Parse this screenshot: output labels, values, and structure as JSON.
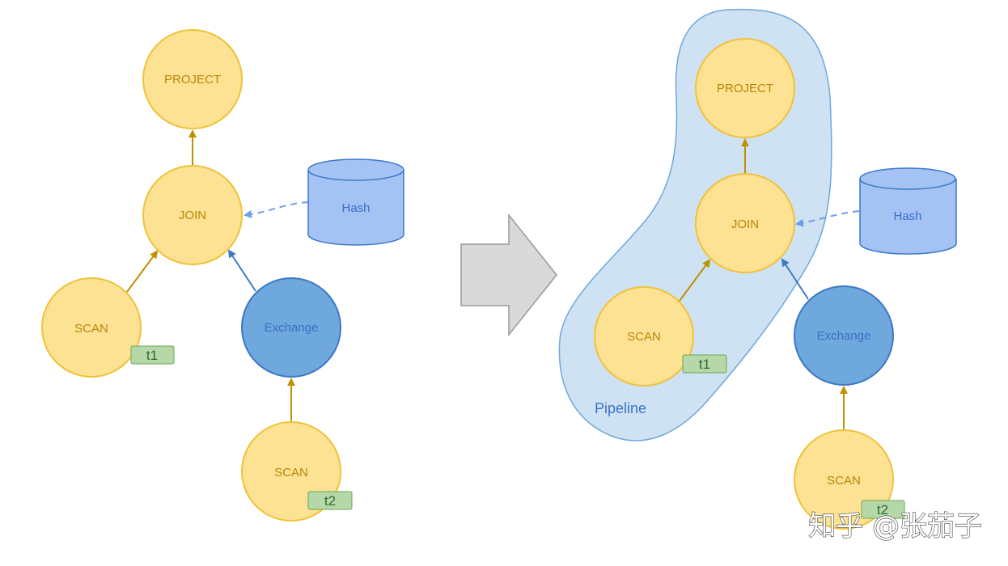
{
  "nodes": {
    "project": "PROJECT",
    "join": "JOIN",
    "scan": "SCAN",
    "exchange": "Exchange",
    "hash": "Hash"
  },
  "tags": {
    "t1": "t1",
    "t2": "t2"
  },
  "pipeline_label": "Pipeline",
  "watermark": "知乎 @张茄子",
  "colors": {
    "yellow_fill": "#fde293",
    "yellow_stroke": "#f0c23b",
    "yellow_text": "#b8860b",
    "blue_fill": "#6fa8dc",
    "blue_stroke": "#3d78c8",
    "hash_fill": "#a4c2f4",
    "tag_fill": "#b6d7a8",
    "pipeline_fill": "#cfe2f3",
    "arrow_gray": "#d9d9d9"
  }
}
